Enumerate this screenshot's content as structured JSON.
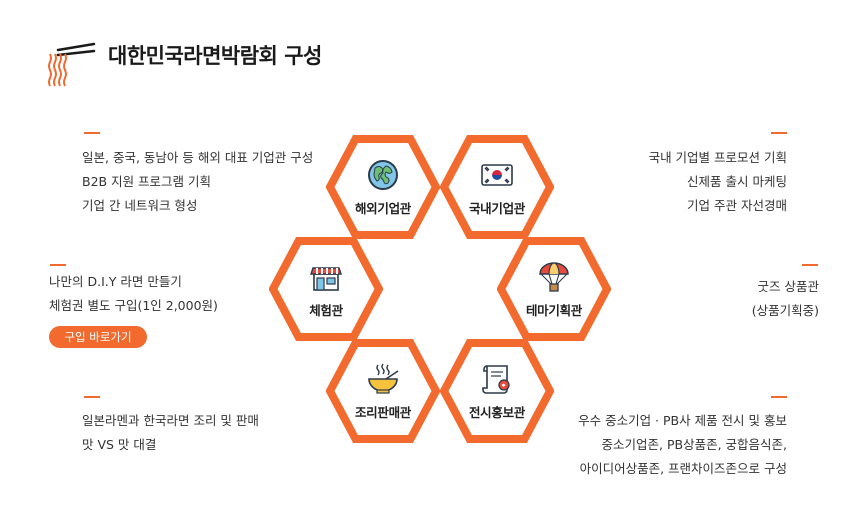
{
  "page": {
    "title": "대한민국라면박람회 구성"
  },
  "colors": {
    "accent": "#f26a2e",
    "text": "#333333",
    "heading": "#1a1a1a"
  },
  "sections": {
    "overseas": {
      "label": "해외기업관",
      "icon": "globe-icon",
      "lines": [
        "일본, 중국, 동남아 등 해외 대표 기업관 구성",
        "B2B 지원 프로그램 기획",
        "기업 간 네트워크 형성"
      ]
    },
    "domestic": {
      "label": "국내기업관",
      "icon": "korea-flag-icon",
      "lines": [
        "국내 기업별 프로모션 기획",
        "신제품 출시 마케팅",
        "기업 주관 자선경매"
      ]
    },
    "experience": {
      "label": "체험관",
      "icon": "shop-icon",
      "lines": [
        "나만의 D.I.Y 라면 만들기",
        "체험권 별도 구입(1인 2,000원)"
      ],
      "button": "구입 바로가기"
    },
    "theme": {
      "label": "테마기획관",
      "icon": "parachute-icon",
      "lines": [
        "굿즈 상품관",
        "(상품기획중)"
      ]
    },
    "cooking": {
      "label": "조리판매관",
      "icon": "noodle-bowl-icon",
      "lines": [
        "일본라멘과 한국라면 조리 및 판매",
        "맛 VS 맛 대결"
      ]
    },
    "exhibit": {
      "label": "전시홍보관",
      "icon": "scroll-icon",
      "lines": [
        "우수 중소기업 · PB사 제품 전시 및 홍보",
        "중소기업존, PB상품존, 궁합음식존,",
        "아이디어상품존, 프랜차이즈존으로 구성"
      ]
    }
  }
}
